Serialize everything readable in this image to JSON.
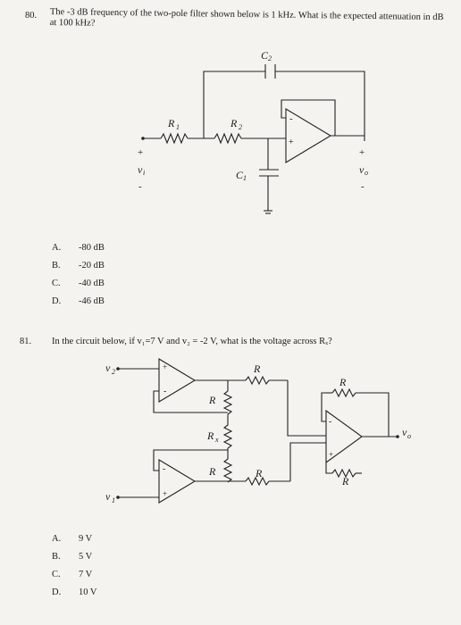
{
  "q80": {
    "number": "80.",
    "text": "The -3 dB frequency of the two-pole filter shown below is 1 kHz. What is the expected attenuation in dB at 100 kHz?",
    "options": [
      {
        "letter": "A.",
        "text": "-80 dB"
      },
      {
        "letter": "B.",
        "text": "-20 dB"
      },
      {
        "letter": "C.",
        "text": "-40 dB"
      },
      {
        "letter": "D.",
        "text": "-46 dB"
      }
    ],
    "circuit_labels": {
      "c2": "C",
      "c2_sub": "2",
      "r1": "R",
      "r1_sub": "1",
      "r2": "R",
      "r2_sub": "2",
      "c1": "C",
      "c1_sub": "1",
      "vi": "v",
      "vi_sub": "i",
      "vo": "v",
      "vo_sub": "o",
      "plus": "+",
      "minus": "-"
    }
  },
  "q81": {
    "number": "81.",
    "text": "In the circuit below, if v₁=7 V and v₂ = -2 V, what is the voltage across Rₓ?",
    "options": [
      {
        "letter": "A.",
        "text": "9 V"
      },
      {
        "letter": "B.",
        "text": "5 V"
      },
      {
        "letter": "C.",
        "text": "7 V"
      },
      {
        "letter": "D.",
        "text": "10 V"
      }
    ],
    "circuit_labels": {
      "v2": "v",
      "v2_sub": "2",
      "v1": "v",
      "v1_sub": "1",
      "r": "R",
      "rx": "R",
      "rx_sub": "x",
      "vo": "v",
      "vo_sub": "o",
      "plus": "+",
      "minus": "-"
    }
  }
}
